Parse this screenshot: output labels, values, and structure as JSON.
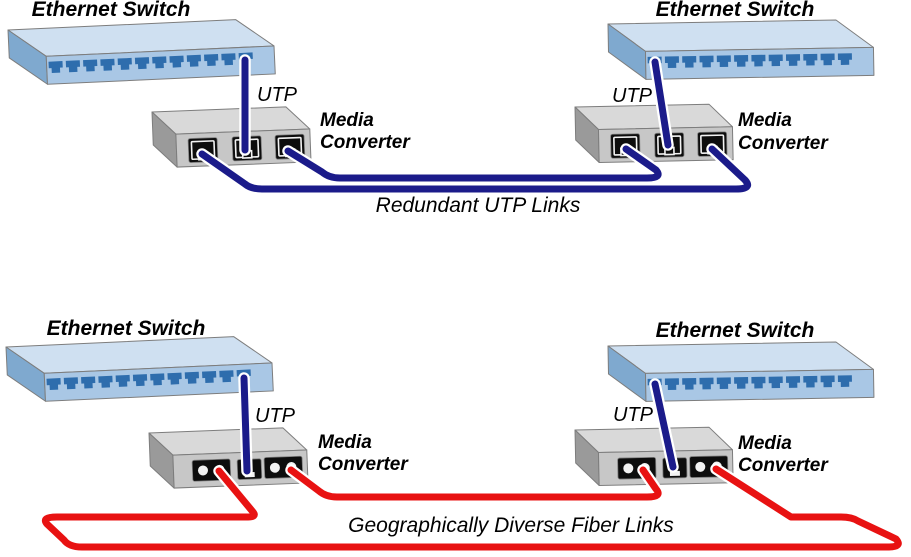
{
  "labels": {
    "ethernet_switch": "Ethernet Switch",
    "media": "Media",
    "converter": "Converter",
    "utp": "UTP",
    "redundant_caption": "Redundant UTP Links",
    "diverse_caption": "Geographically Diverse Fiber Links"
  },
  "colors": {
    "background": "#ffffff",
    "text": "#000000",
    "outline": "#7d7d7d",
    "switch_top": "#cfe0f1",
    "switch_front": "#a9c7e5",
    "switch_side": "#7fa9cf",
    "switch_port": "#2e6dad",
    "converter_top": "#d9d9d9",
    "converter_front": "#c7c7c7",
    "converter_side": "#9a9a9a",
    "port_dark": "#0d0d0d",
    "port_detail": "#f2f2f2",
    "utp_cable": "#1b1b8a",
    "fiber_cable": "#e81212",
    "cable_halo": "#ffffff"
  },
  "devices": {
    "switch_port_count": 12,
    "converter_port_count": 3
  }
}
